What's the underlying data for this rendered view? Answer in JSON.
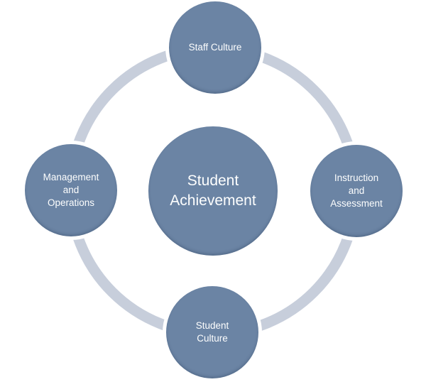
{
  "diagram": {
    "type": "cycle",
    "center": {
      "label": "Student\nAchievement"
    },
    "nodes": [
      {
        "id": "staff-culture",
        "position": "top",
        "label": "Staff Culture"
      },
      {
        "id": "instruction-assessment",
        "position": "right",
        "label": "Instruction\nand\nAssessment"
      },
      {
        "id": "student-culture",
        "position": "bottom",
        "label": "Student\nCulture"
      },
      {
        "id": "management-operations",
        "position": "left",
        "label": "Management\nand\nOperations"
      }
    ]
  },
  "colors": {
    "node_fill": "#6b84a4",
    "node_text": "#fdfefe",
    "ring": "#c7cedb",
    "background": "#ffffff"
  }
}
